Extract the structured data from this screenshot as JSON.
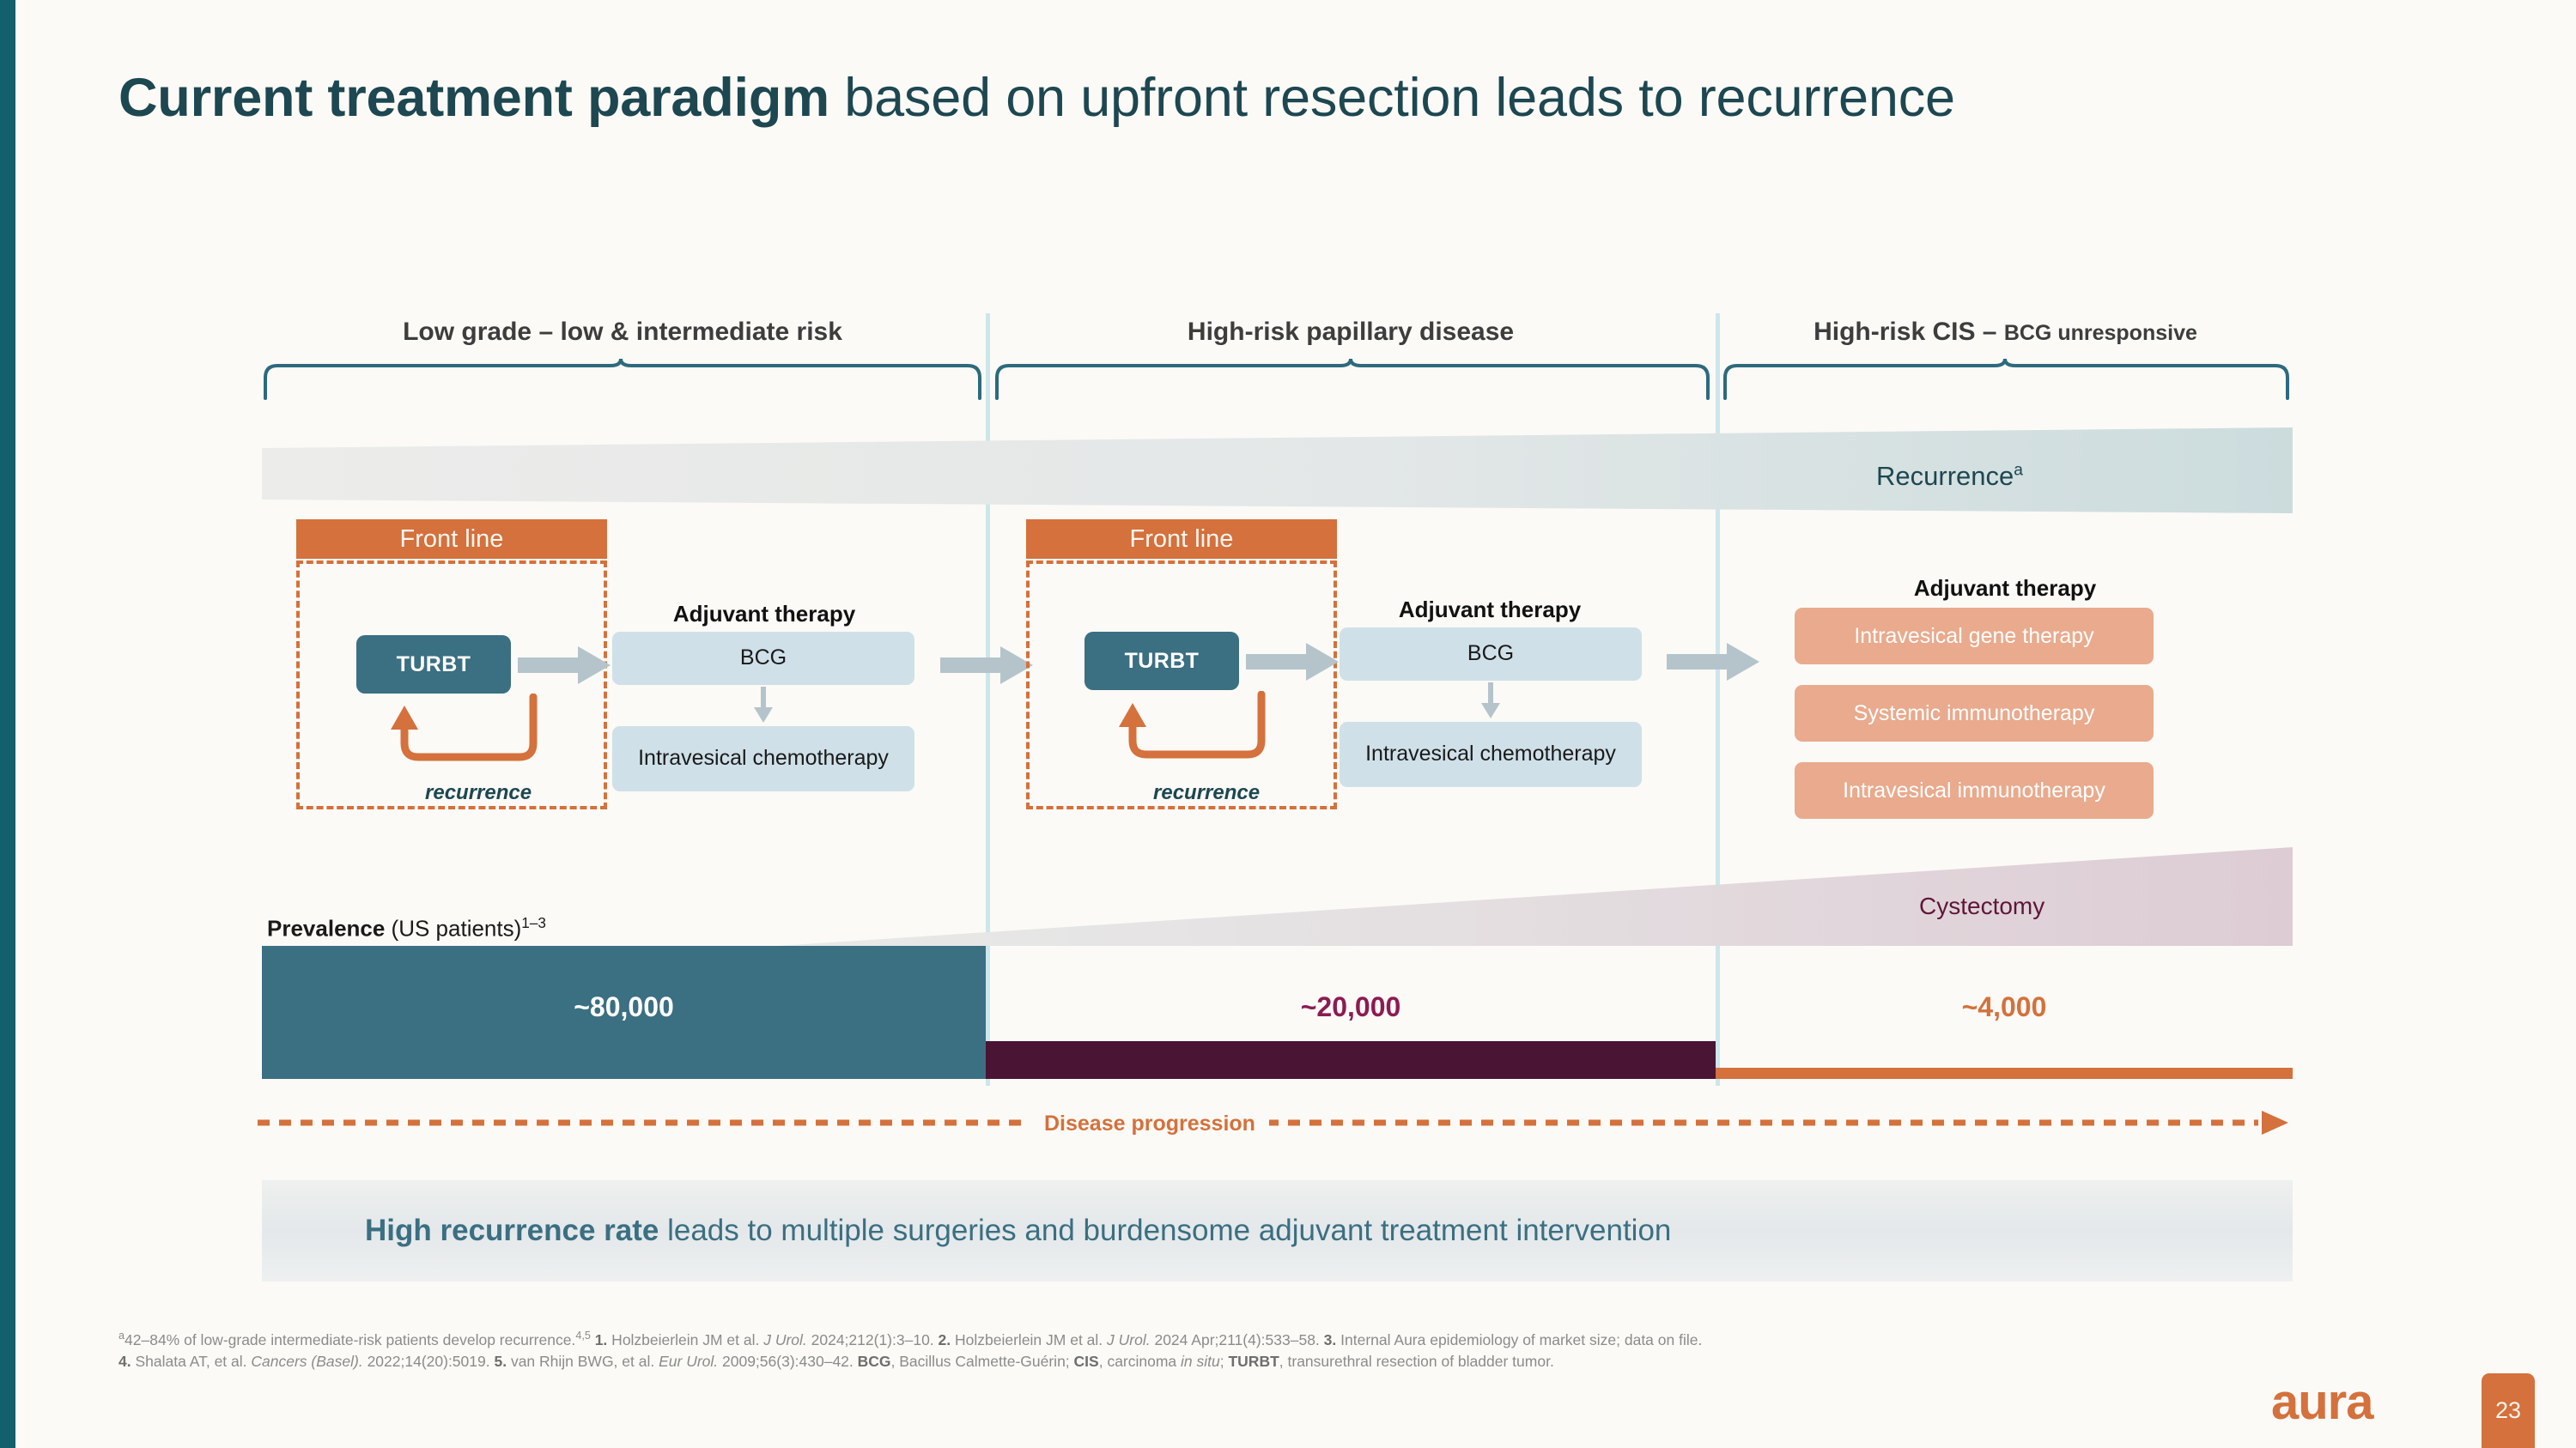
{
  "brand": {
    "accent_teal": "#1d4751",
    "accent_orange": "#d4713c",
    "accent_blue": "#3b6f82",
    "accent_purple": "#5e1738",
    "background": "#fbfaf6",
    "logo_text": "aura",
    "page_number": "23"
  },
  "title": {
    "bold_part": "Current treatment paradigm",
    "rest": " based on upfront resection leads to recurrence"
  },
  "columns": [
    {
      "id": "low-grade",
      "header_main": "Low grade – low & intermediate risk",
      "header_sub": ""
    },
    {
      "id": "high-risk-papillary",
      "header_main": "High-risk papillary disease",
      "header_sub": ""
    },
    {
      "id": "high-risk-cis",
      "header_main": "High-risk CIS – ",
      "header_sub": "BCG unresponsive"
    }
  ],
  "recurrence_band": {
    "label": "Recurrence",
    "superscript": "a"
  },
  "cystectomy_band": {
    "label": "Cystectomy"
  },
  "flow": {
    "col1": {
      "front_line_label": "Front line",
      "procedure": "TURBT",
      "recurrence_label": "recurrence",
      "adjuvant_title": "Adjuvant therapy",
      "adjuvant_steps": [
        "BCG",
        "Intravesical chemotherapy"
      ]
    },
    "col2": {
      "front_line_label": "Front line",
      "procedure": "TURBT",
      "recurrence_label": "recurrence",
      "adjuvant_title": "Adjuvant therapy",
      "adjuvant_steps": [
        "BCG",
        "Intravesical chemotherapy"
      ]
    },
    "col3": {
      "adjuvant_title": "Adjuvant therapy",
      "adjuvant_options": [
        "Intravesical gene therapy",
        "Systemic immunotherapy",
        "Intravesical immunotherapy"
      ]
    }
  },
  "chart_data": {
    "type": "bar",
    "title": "Prevalence (US patients)",
    "title_bold": "Prevalence",
    "title_rest": " (US patients)",
    "title_superscript": "1–3",
    "categories": [
      "Low grade – low & intermediate risk",
      "High-risk papillary disease",
      "High-risk CIS – BCG unresponsive"
    ],
    "values": [
      80000,
      20000,
      4000
    ],
    "value_labels": [
      "~80,000",
      "~20,000",
      "~4,000"
    ],
    "colors": [
      "#3b6f82",
      "#4a1434",
      "#d4713c"
    ],
    "label_colors": [
      "#ffffff",
      "#8c1c52",
      "#d4713c"
    ],
    "xlabel": "",
    "ylabel": "US patients",
    "ylim": [
      0,
      80000
    ],
    "grid": false,
    "legend": "none",
    "orientation": "horizontal-columns-with-proportional-heights"
  },
  "progression": {
    "label": "Disease progression"
  },
  "summary": {
    "bold": "High recurrence rate",
    "rest": " leads to multiple surgeries and burdensome adjuvant treatment intervention"
  },
  "footnotes": {
    "line1_a": "42–84% of low-grade intermediate-risk  patients develop recurrence.",
    "line1_sup": "4,5",
    "ref1_num": "1.",
    "ref1_text": " Holzbeierlein JM et al. ",
    "ref1_italic": "J Urol.",
    "ref1_tail": " 2024;212(1):3–10. ",
    "ref2_num": "2.",
    "ref2_text": " Holzbeierlein JM et al. ",
    "ref2_italic": "J Urol.",
    "ref2_tail": " 2024 Apr;211(4):533–58. ",
    "ref3_num": "3.",
    "ref3_text": " Internal Aura epidemiology of market size; data on file.",
    "ref4_num": "4.",
    "ref4_text": " Shalata AT, et al. ",
    "ref4_italic": "Cancers (Basel).",
    "ref4_tail": " 2022;14(20):5019. ",
    "ref5_num": "5.",
    "ref5_text": " van Rhijn BWG, et al. ",
    "ref5_italic": "Eur Urol.",
    "ref5_tail": " 2009;56(3):430–42. ",
    "abbr_bcg": "BCG",
    "abbr_bcg_text": ", Bacillus Calmette-Guérin; ",
    "abbr_cis": "CIS",
    "abbr_cis_text": ", carcinoma ",
    "abbr_cis_italic": "in situ",
    "abbr_cis_tail": "; ",
    "abbr_turbt": "TURBT",
    "abbr_turbt_text": ", transurethral resection of bladder tumor."
  }
}
